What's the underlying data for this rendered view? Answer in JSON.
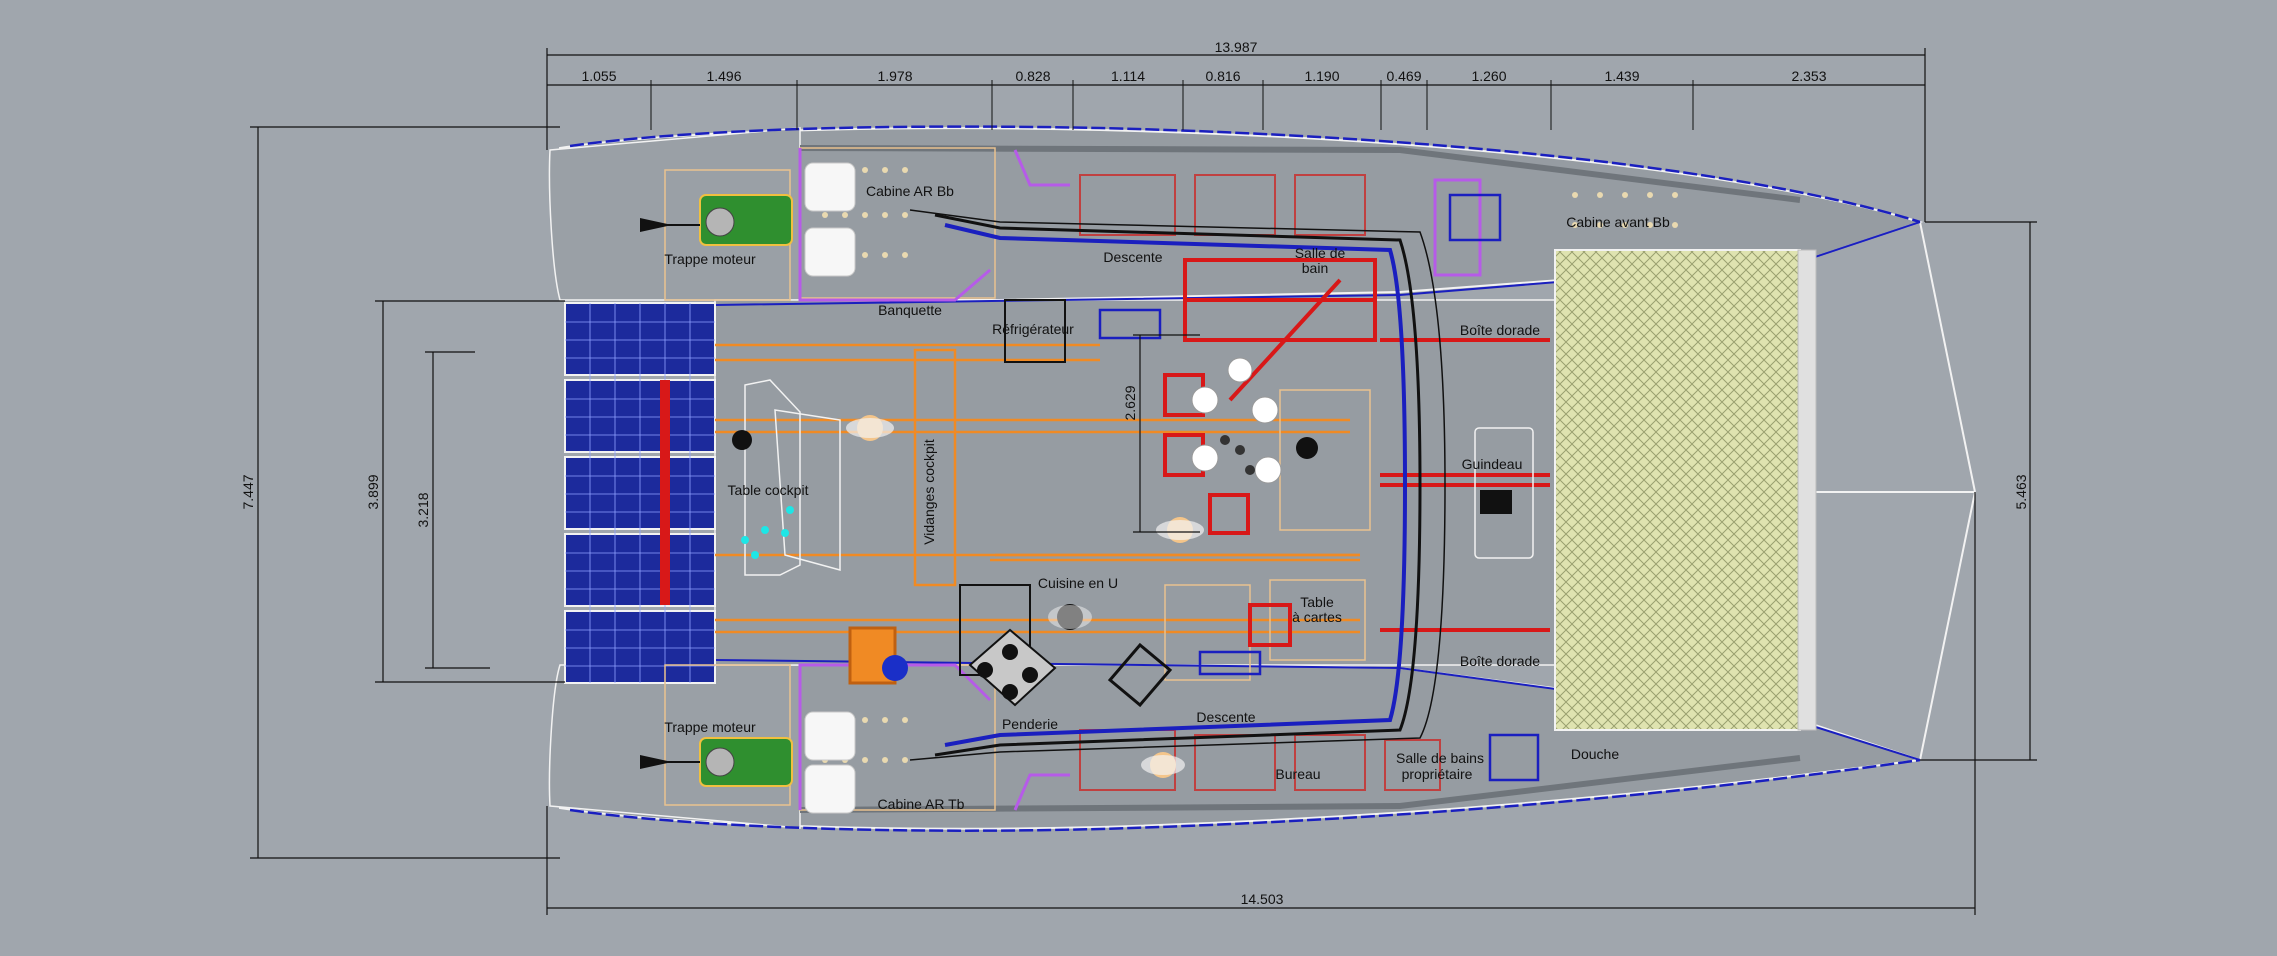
{
  "dimensions": {
    "overall_top": "13.987",
    "segments_top": [
      "1.055",
      "1.496",
      "1.978",
      "0.828",
      "1.114",
      "0.816",
      "1.190",
      "0.469",
      "1.260",
      "1.439",
      "2.353"
    ],
    "overall_bottom": "14.503",
    "left_outer": "7.447",
    "left_mid": "3.899",
    "left_inner": "3.218",
    "right": "5.463",
    "saloon": "2.629"
  },
  "labels": {
    "cabine_ar_bb": "Cabine AR Bb",
    "trappe_moteur_top": "Trappe moteur",
    "banquette": "Banquette",
    "descente_top": "Descente",
    "salle_de_bain_l1": "Salle de",
    "salle_de_bain_l2": "bain",
    "cabine_avant_bb": "Cabine avant Bb",
    "refrigerateur": "Réfrigérateur",
    "boite_dorade_top": "Boîte dorade",
    "table_cockpit": "Table cockpit",
    "vidanges_cockpit": "Vidanges cockpit",
    "guindeau": "Guindeau",
    "cuisine_en_u": "Cuisine en U",
    "table_a_cartes_l1": "Table",
    "table_a_cartes_l2": "à cartes",
    "boite_dorade_bottom": "Boîte dorade",
    "trappe_moteur_bottom": "Trappe moteur",
    "penderie": "Penderie",
    "descente_bottom": "Descente",
    "bureau": "Bureau",
    "salle_de_bains_proprietaire_l1": "Salle de bains",
    "salle_de_bains_proprietaire_l2": "propriétaire",
    "douche": "Douche",
    "cabine_ar_tb": "Cabine AR Tb"
  },
  "colors": {
    "background": "#a0a6ad",
    "hull_outline": "#f2f2f2",
    "hull_blue": "#1a1fbf",
    "solar_panel": "#1c2a9c",
    "net": "#dfe3b0",
    "pipes": "#f08a24",
    "fittings_red": "#d81818",
    "purple": "#b65be8",
    "tan": "#e9c28f",
    "deck_grey": "#8e9398",
    "engine_green": "#2f8f2f"
  }
}
